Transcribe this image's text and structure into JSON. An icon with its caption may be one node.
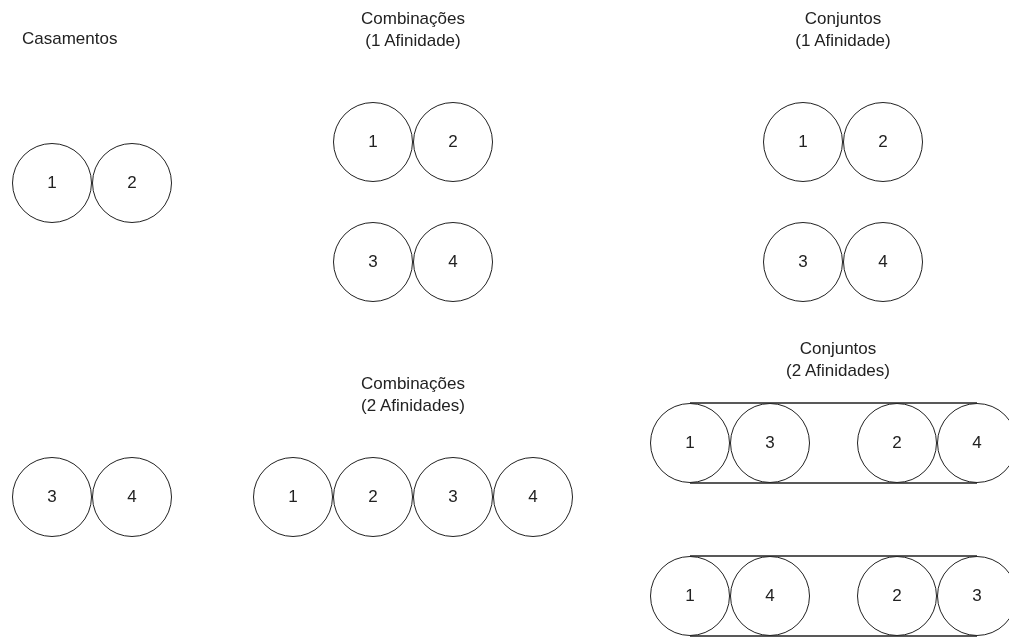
{
  "diagram": {
    "nodes": [
      {
        "text": [
          "1"
        ]
      },
      {
        "text": [
          "2"
        ]
      },
      {
        "text": [
          "1"
        ]
      },
      {
        "text": [
          "2"
        ]
      },
      {
        "text": [
          "1"
        ]
      },
      {
        "text": [
          "2"
        ]
      },
      {
        "text": [
          "3"
        ]
      },
      {
        "text": [
          "4"
        ]
      },
      {
        "text": [
          "3"
        ]
      },
      {
        "text": [
          "4"
        ]
      },
      {
        "text": [
          "1"
        ]
      },
      {
        "text": [
          "3"
        ]
      },
      {
        "text": [
          "2"
        ]
      },
      {
        "text": [
          "4"
        ]
      },
      {
        "text": [
          "3"
        ]
      },
      {
        "text": [
          "4"
        ]
      },
      {
        "text": [
          "1"
        ]
      },
      {
        "text": [
          "2"
        ]
      },
      {
        "text": [
          "3"
        ]
      },
      {
        "text": [
          "4"
        ]
      },
      {
        "text": [
          "1"
        ]
      },
      {
        "text": [
          "4"
        ]
      },
      {
        "text": [
          "2"
        ]
      },
      {
        "text": [
          "3"
        ]
      }
    ],
    "edges": [
      {
        "from": 10,
        "to": 13,
        "arrow": "none"
      },
      {
        "from": 10,
        "to": 13,
        "arrow": "none"
      },
      {
        "from": 20,
        "to": 23,
        "arrow": "none"
      },
      {
        "from": 20,
        "to": 23,
        "arrow": "none"
      }
    ],
    "labels": [
      "Casamentos",
      "Combinações (1 Afinidade)",
      "Conjuntos (1 Afinidade)",
      "Conjuntos (2 Afinidades)",
      "Combinações (2 Afinidades)"
    ]
  }
}
